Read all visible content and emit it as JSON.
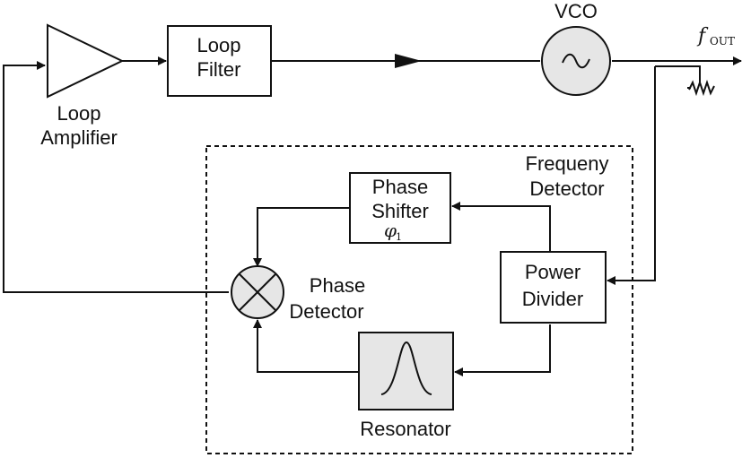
{
  "blocks": {
    "loop_amplifier": {
      "line1": "Loop",
      "line2": "Amplifier"
    },
    "loop_filter": {
      "line1": "Loop",
      "line2": "Filter"
    },
    "vco": {
      "label": "VCO"
    },
    "output": {
      "symbol": "f",
      "subscript": "OUT"
    },
    "frequency_detector": {
      "line1": "Frequeny",
      "line2": "Detector"
    },
    "phase_shifter": {
      "line1": "Phase",
      "line2": "Shifter",
      "symbol": "φ",
      "subscript": "1"
    },
    "power_divider": {
      "line1": "Power",
      "line2": "Divider"
    },
    "phase_detector": {
      "line1": "Phase",
      "line2": "Detector"
    },
    "resonator": {
      "label": "Resonator"
    }
  }
}
